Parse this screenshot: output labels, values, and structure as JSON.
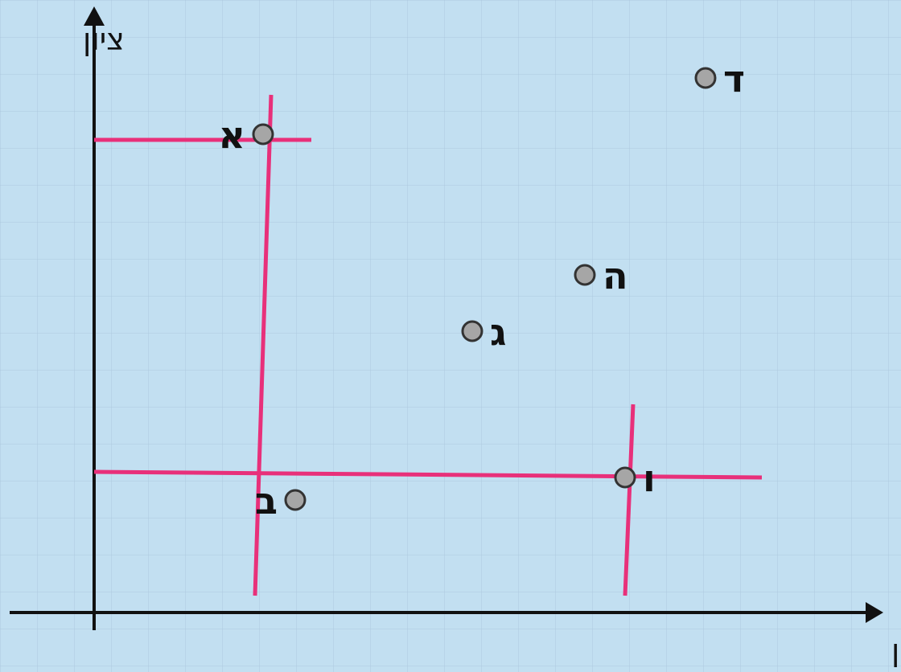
{
  "chart_data": {
    "type": "scatter",
    "xlabel": "שעות הכנה למבחן",
    "ylabel": "ציון",
    "xlim": [
      0,
      100
    ],
    "ylim": [
      0,
      100
    ],
    "grid": false,
    "points": [
      {
        "label": "א",
        "x": 21,
        "y": 85
      },
      {
        "label": "ב",
        "x": 25,
        "y": 20
      },
      {
        "label": "ג",
        "x": 47,
        "y": 50
      },
      {
        "label": "ה",
        "x": 61,
        "y": 60
      },
      {
        "label": "ו",
        "x": 66,
        "y": 24
      },
      {
        "label": "ד",
        "x": 76,
        "y": 95
      }
    ],
    "guides": [
      {
        "x1": 0,
        "y1": 84,
        "x2": 27,
        "y2": 84
      },
      {
        "x1": 22,
        "y1": 92,
        "x2": 20,
        "y2": 3
      },
      {
        "x1": 0,
        "y1": 25,
        "x2": 83,
        "y2": 24
      },
      {
        "x1": 67,
        "y1": 37,
        "x2": 66,
        "y2": 3
      }
    ],
    "colors": {
      "background": "#c2dff1",
      "guide": "#e8307a",
      "point_fill": "#a6a6a6",
      "axis": "#111111"
    }
  }
}
